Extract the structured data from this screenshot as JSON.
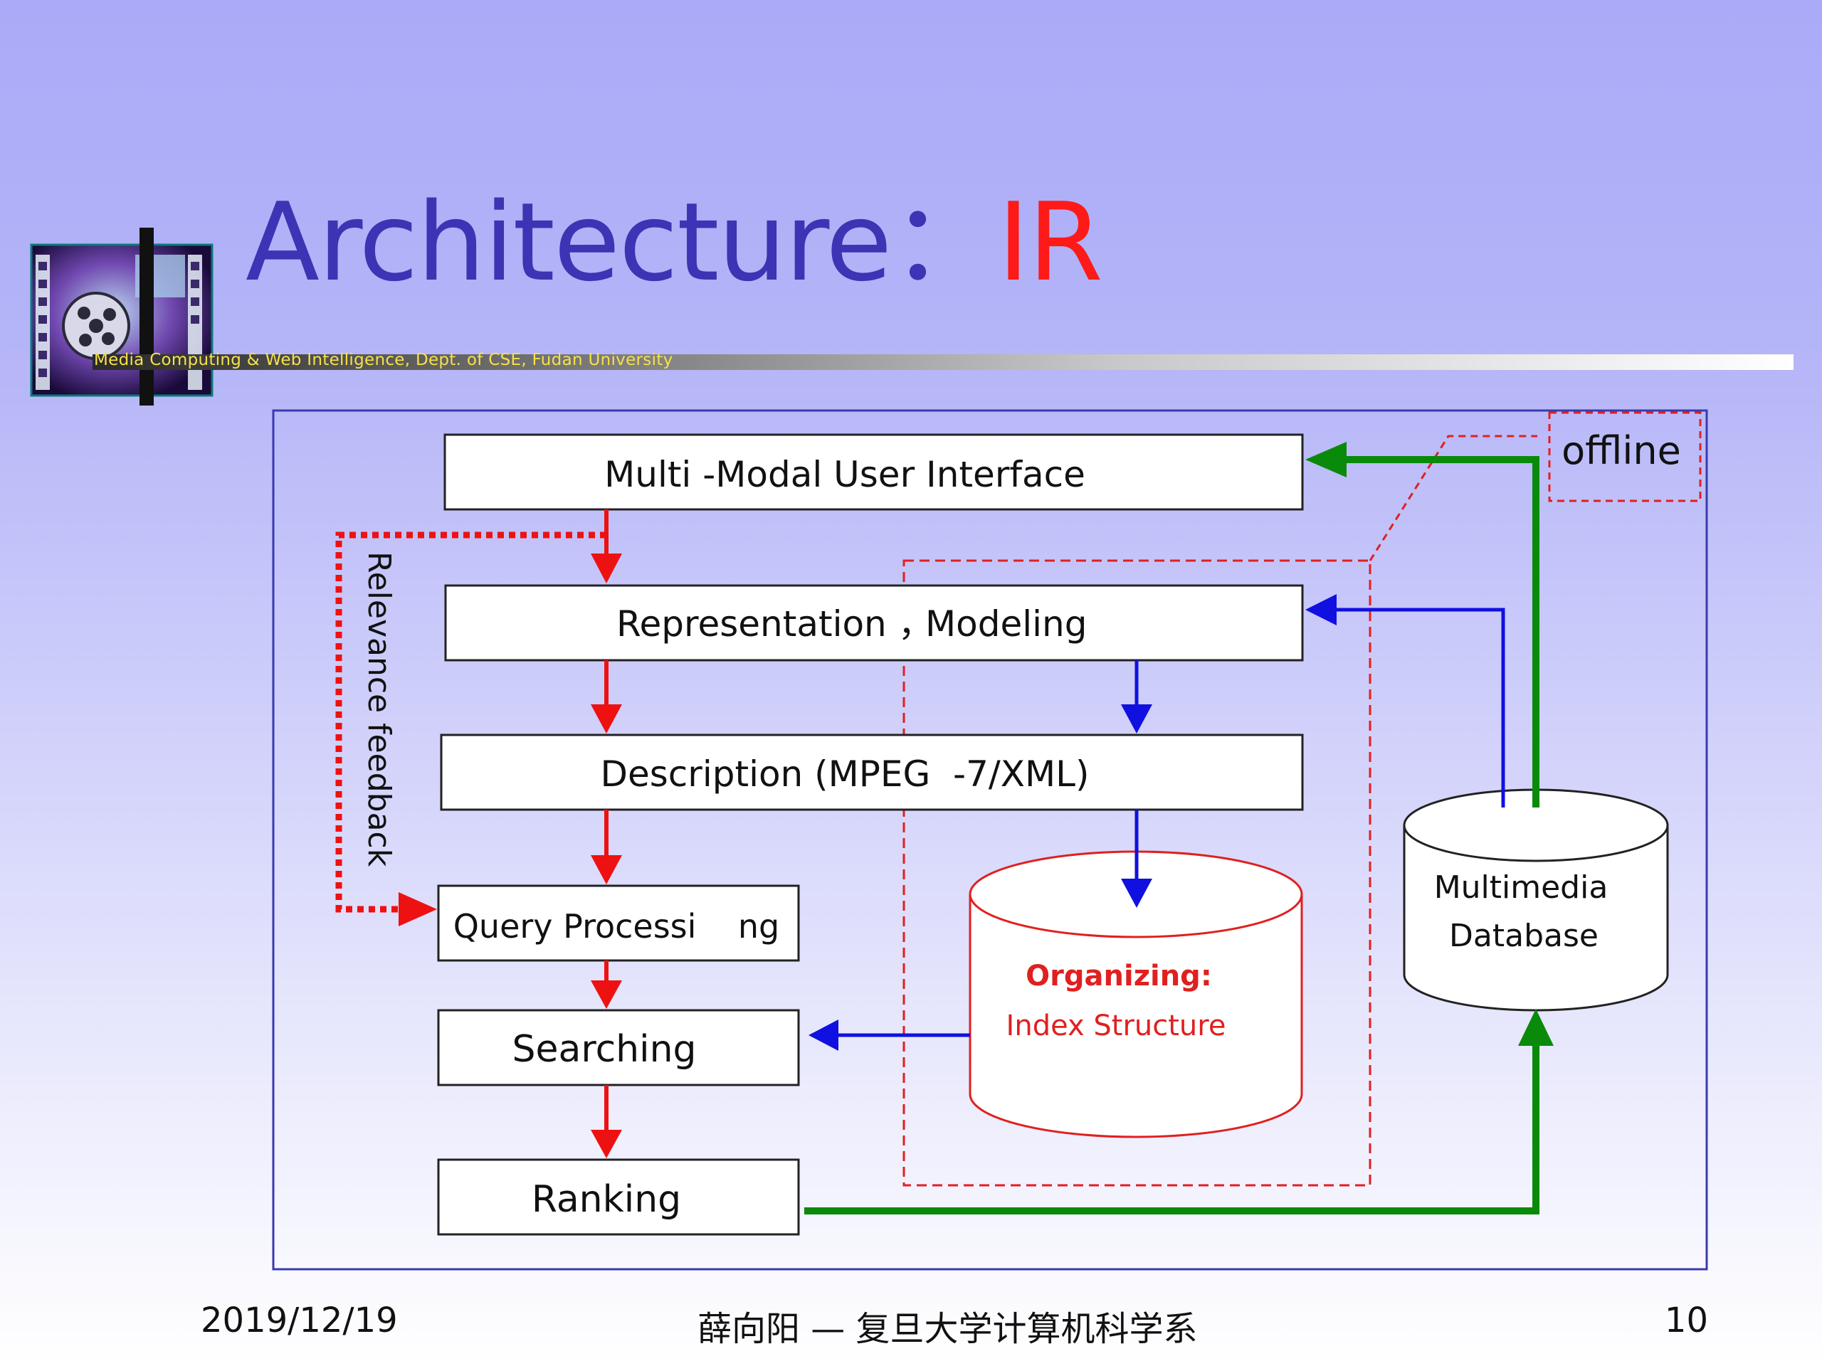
{
  "slide": {
    "title": "Architecture：",
    "title_accent": "IR",
    "banner_text": "Media Computing & Web Intelligence, Dept. of CSE, Fudan University",
    "footer_date": "2019/12/19",
    "footer_author": "薛向阳 — 复旦大学计算机科学系",
    "page_number": "10"
  },
  "diagram": {
    "boxes": {
      "ui": "Multi -Modal User Interface",
      "representation": "Representation ，",
      "modeling": "Modeling",
      "description": "Description (MPEG  -7/XML)",
      "query_processing": "Query Processi    ng",
      "searching": "Searching",
      "ranking": "Ranking"
    },
    "index_db": {
      "title": "Organizing:",
      "subtitle": "Index Structure"
    },
    "multimedia_db": {
      "line1": "Multimedia",
      "line2": "Database"
    },
    "offline_label": "offline",
    "feedback_label": "Relevance feedback"
  },
  "colors": {
    "title": "#3c34b4",
    "title_accent": "#ff1a1a",
    "flow_red": "#ee1111",
    "flow_blue": "#1010e0",
    "flow_green": "#0a8a0a",
    "frame": "#3a3ab0"
  },
  "icons": {
    "logo": "film-reel-logo-icon"
  }
}
